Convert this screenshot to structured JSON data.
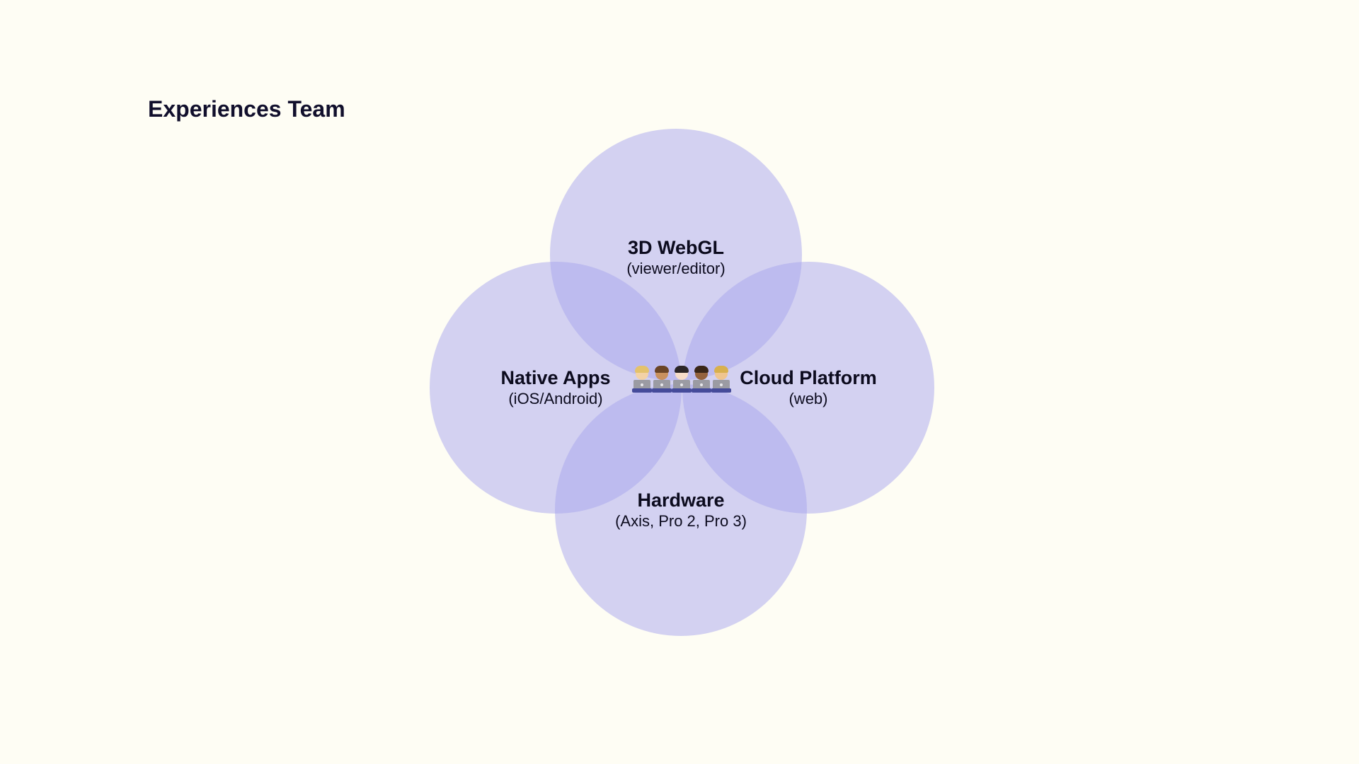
{
  "diagram": {
    "title": "Experiences Team",
    "colors": {
      "background": "#fefdf4",
      "circle_fill": "#a8a6ee",
      "title_text": "#110f2c",
      "label_text": "#0c0b1e"
    },
    "circles": [
      {
        "id": "webgl",
        "title": "3D WebGL",
        "subtitle": "(viewer/editor)"
      },
      {
        "id": "native",
        "title": "Native Apps",
        "subtitle": "(iOS/Android)"
      },
      {
        "id": "cloud",
        "title": "Cloud Platform",
        "subtitle": "(web)"
      },
      {
        "id": "hardware",
        "title": "Hardware",
        "subtitle": "(Axis, Pro 2, Pro 3)"
      }
    ],
    "team_icon": "technologist-emoji-group",
    "team_members": 5
  }
}
